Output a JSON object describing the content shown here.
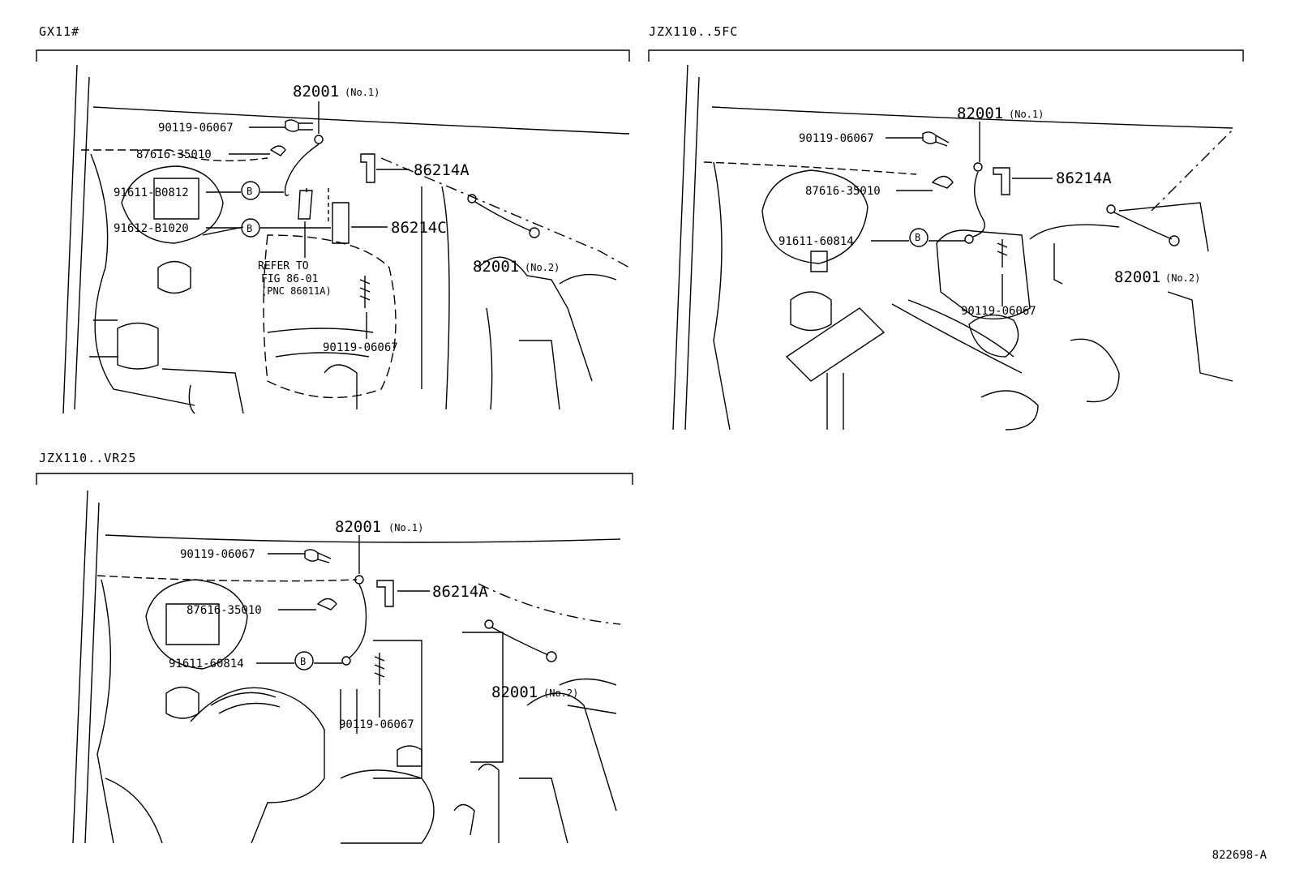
{
  "diagram_id": "822698-A",
  "panels": [
    {
      "title": "GX11#",
      "labels": {
        "bolt": "90119-06067",
        "clamp": "87616-35010",
        "bolt_b1": "91611-B0812",
        "bolt_b2": "91612-B1020",
        "strap1": "82001",
        "strap1_note": "(No.1)",
        "bracket_a": "86214A",
        "bracket_c": "86214C",
        "strap2": "82001",
        "strap2_note": "(No.2)",
        "bolt_lower": "90119-06067",
        "b_mark": "B",
        "ref1": "REFER TO",
        "ref2": "FIG 86-01",
        "ref3": "(PNC 86011A)"
      }
    },
    {
      "title": "JZX110..5FC",
      "labels": {
        "bolt": "90119-06067",
        "clamp": "87616-35010",
        "bolt_b": "91611-60814",
        "strap1": "82001",
        "strap1_note": "(No.1)",
        "bracket_a": "86214A",
        "strap2": "82001",
        "strap2_note": "(No.2)",
        "bolt_lower": "90119-06067",
        "b_mark": "B"
      }
    },
    {
      "title": "JZX110..VR25",
      "labels": {
        "bolt": "90119-06067",
        "clamp": "87616-35010",
        "bolt_b": "91611-60814",
        "strap1": "82001",
        "strap1_note": "(No.1)",
        "bracket_a": "86214A",
        "strap2": "82001",
        "strap2_note": "(No.2)",
        "bolt_lower": "90119-06067",
        "b_mark": "B"
      }
    }
  ]
}
